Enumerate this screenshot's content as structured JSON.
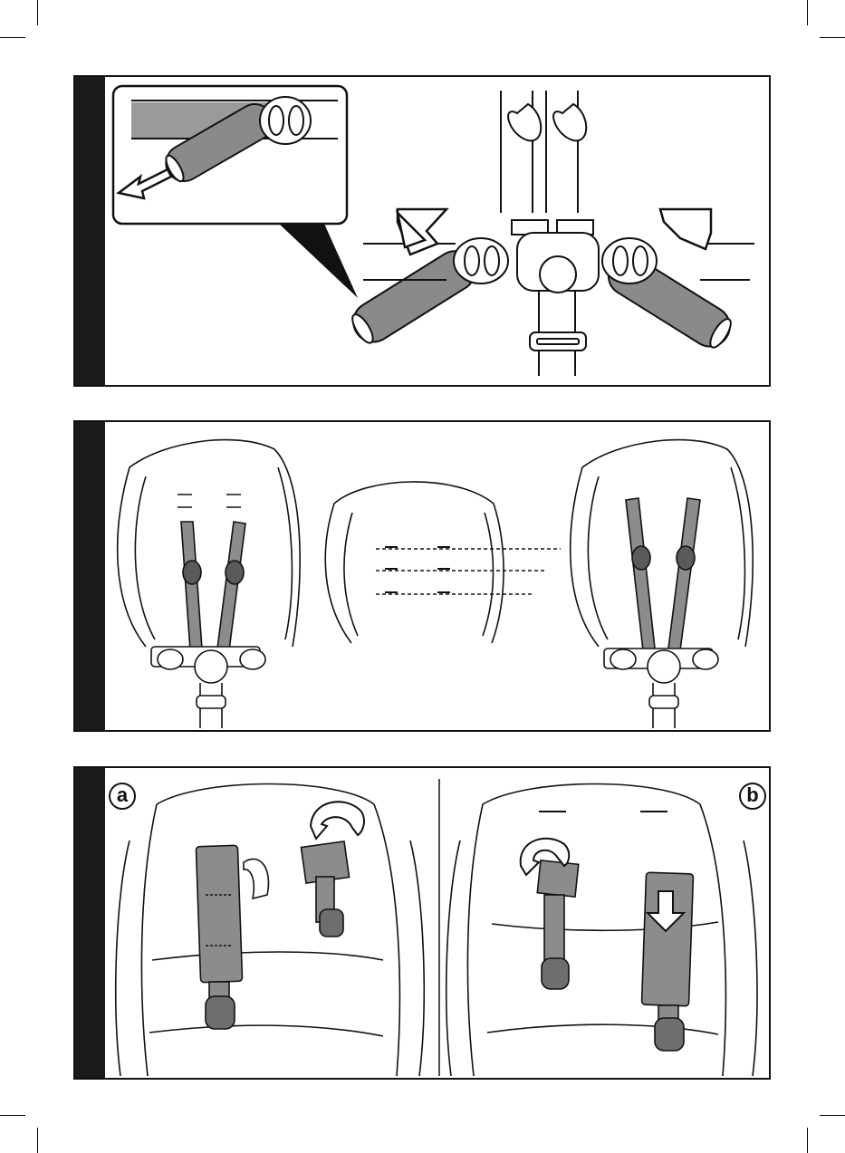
{
  "sheet": {
    "panels": [
      {
        "step_tab": "",
        "illustration": "shoulder-pad-removal"
      },
      {
        "step_tab": "",
        "illustration": "harness-height-slots"
      },
      {
        "step_tab": "",
        "illustration": "harness-strap-rethreading"
      }
    ],
    "sub_steps": {
      "left": "a",
      "right": "b"
    }
  },
  "colors": {
    "strap_gray": "#8c8c8c",
    "pad_gray": "#8a8a8a",
    "line": "#111111",
    "tab": "#1a1a1a"
  }
}
